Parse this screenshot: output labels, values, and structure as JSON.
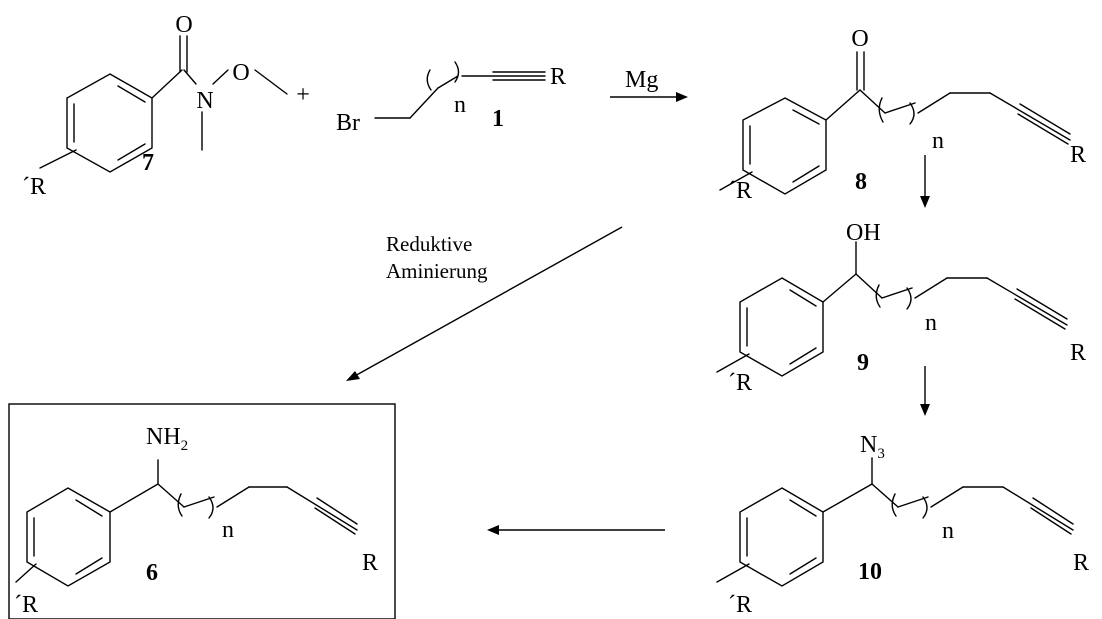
{
  "labels": {
    "atom_O": "O",
    "atom_N": "N",
    "atom_Br": "Br",
    "atom_R": "R",
    "atom_R_prime": "´R",
    "index_n": "n",
    "plus": "+",
    "oh": "OH",
    "nh": "NH",
    "nh_sub": "2",
    "n_azide": "N",
    "n_azide_sub": "3"
  },
  "compounds": {
    "c7": "7",
    "c1": "1",
    "c8": "8",
    "c9": "9",
    "c10": "10",
    "c6": "6"
  },
  "reagents": {
    "mg": "Mg",
    "reductive_line1": "Reduktive",
    "reductive_line2": "Aminierung"
  }
}
